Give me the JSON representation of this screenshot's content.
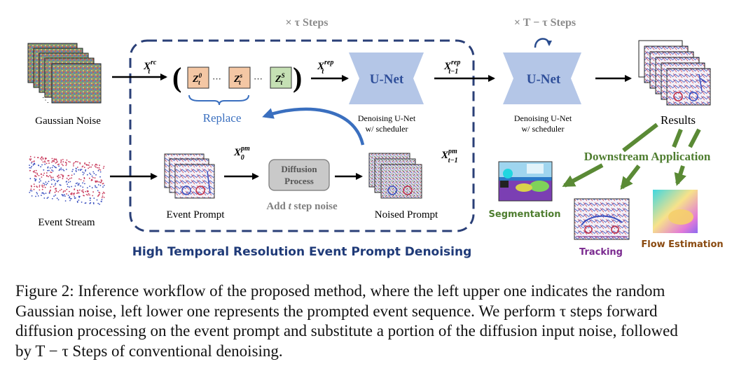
{
  "diagram": {
    "top_steps_label": "× τ Steps",
    "top_steps_label2": "× T − τ Steps",
    "gaussian_noise": "Gaussian Noise",
    "event_stream": "Event Stream",
    "x_rc": {
      "base": "X",
      "sup": "rc",
      "sub": "t"
    },
    "z0": {
      "base": "Z",
      "sup": "0",
      "sub": "t"
    },
    "zs": {
      "base": "Z",
      "sup": "s",
      "sub": "t"
    },
    "zS": {
      "base": "Z",
      "sup": "S",
      "sub": "t"
    },
    "ellipsis": "···",
    "replace": "Replace",
    "x_rep": {
      "base": "X",
      "sup": "rep",
      "sub": "t"
    },
    "x_rep_next": {
      "base": "X",
      "sup": "rep",
      "sub": "t−1"
    },
    "unet_label": "U-Net",
    "denoising_unet": "Denoising U-Net",
    "with_scheduler": "w/ scheduler",
    "results": "Results",
    "event_prompt": "Event Prompt",
    "x_pm0": {
      "base": "X",
      "sup": "pm",
      "sub": "0"
    },
    "diffusion_process_1": "Diffusion",
    "diffusion_process_2": "Process",
    "add_noise_pre": "Add ",
    "add_noise_t": "t",
    "add_noise_post": " step noise",
    "x_pm_next": {
      "base": "X",
      "sup": "pm",
      "sub": "t−1"
    },
    "noised_prompt": "Noised Prompt",
    "box_title": "High Temporal Resolution Event Prompt Denoising",
    "downstream": "Downstream Application",
    "segmentation": "Segmentation",
    "tracking": "Tracking",
    "flow_estimation": "Flow Estimation",
    "colors": {
      "dashed_box": "#2a3f77",
      "unet": "#b4c6e7",
      "unet_text": "#2f4f9a",
      "replace_blue": "#3a6fbf",
      "orange_box": "#f4c7a4",
      "green_box": "#c5e0b4",
      "downstream_green": "#4e7d2f",
      "tracking_purple": "#7a2a8f",
      "flow_brown": "#8a4a10",
      "gray_steps": "#8c8c8c"
    }
  },
  "caption": {
    "line1": "Figure 2: Inference workflow of the proposed method, where the left upper one indicates the random",
    "line2": "Gaussian noise, left lower one represents the prompted event sequence. We perform τ steps forward",
    "line3": "diffusion processing on the event prompt and substitute a portion of the diffusion input noise, followed",
    "line4": "by T − τ Steps of conventional denoising."
  }
}
